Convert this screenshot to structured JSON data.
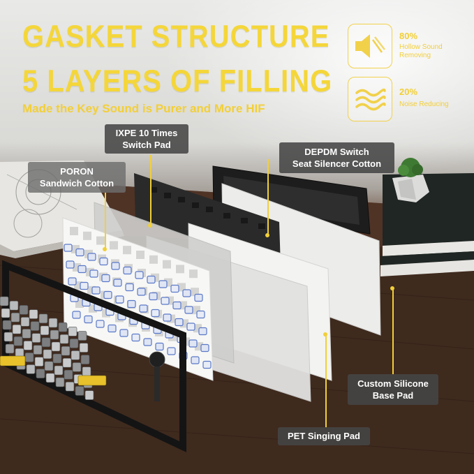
{
  "headline": {
    "line1": "GASKET STRUCTURE",
    "line2": "5 LAYERS OF FILLING",
    "subtitle": "Made the Key Sound is Purer and More HIF"
  },
  "stats": [
    {
      "value": "80%",
      "label_line1": "Hollow Sound",
      "label_line2": "Removing",
      "icon": "speaker-icon"
    },
    {
      "value": "20%",
      "label_line1": "Noise Reducing",
      "label_line2": "",
      "icon": "sound-waves-icon"
    }
  ],
  "callouts": {
    "ixpe": {
      "line1": "IXPE 10 Times",
      "line2": "Switch Pad"
    },
    "depdm": {
      "line1": "DEPDM Switch",
      "line2": "Seat Silencer Cotton"
    },
    "poron": {
      "line1": "PORON",
      "line2": "Sandwich Cotton"
    },
    "silicone": {
      "line1": "Custom Silicone",
      "line2": "Base Pad"
    },
    "pet": {
      "line1": "PET Singing Pad"
    }
  },
  "colors": {
    "accent_yellow": "#f4d63a",
    "callout_bg": "#464646",
    "wood": "#4a3224",
    "wall": "#e4e4e2"
  }
}
